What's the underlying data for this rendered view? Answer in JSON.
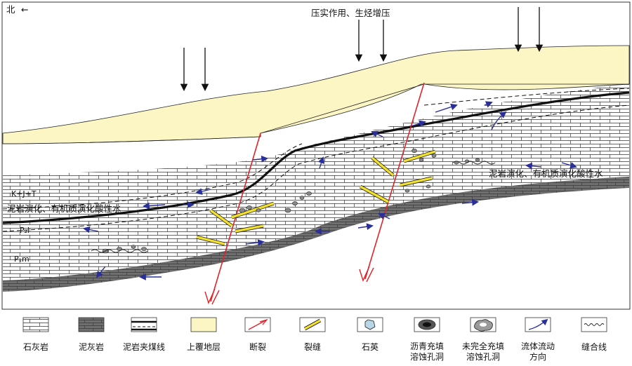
{
  "north": {
    "label": "北",
    "arrow": "←"
  },
  "top_label": "压实作用、生烃增压",
  "strata": {
    "kjt": "K+J+T",
    "p2l": "P₂l",
    "p1m": "P₁m"
  },
  "annotations": {
    "left_water": "泥岩演化、有机质演化酸性水",
    "right_water": "泥岩演化、有机质演化酸性水"
  },
  "legend": [
    {
      "icon": "limestone-icon",
      "label": "石灰岩"
    },
    {
      "icon": "marl-icon",
      "label": "泥灰岩"
    },
    {
      "icon": "mudstone-coal-icon",
      "label": "泥岩夹煤线"
    },
    {
      "icon": "overburden-icon",
      "label": "上覆地层"
    },
    {
      "icon": "fault-icon",
      "label": "断裂"
    },
    {
      "icon": "fracture-icon",
      "label": "裂缝"
    },
    {
      "icon": "quartz-icon",
      "label": "石英"
    },
    {
      "icon": "asphalt-pore-icon",
      "label": "沥青充填",
      "label2": "溶蚀孔洞"
    },
    {
      "icon": "open-pore-icon",
      "label": "未完全充填",
      "label2": "溶蚀孔洞"
    },
    {
      "icon": "flow-icon",
      "label": "流体流动",
      "label2": "方向"
    },
    {
      "icon": "stylolite-icon",
      "label": "缝合线"
    }
  ],
  "colors": {
    "overburden": "#fbf6c4",
    "marl": "#6f6f6f",
    "fault": "#e0242a",
    "fracture": "#f2e12e",
    "flow": "#2a2f9a"
  }
}
